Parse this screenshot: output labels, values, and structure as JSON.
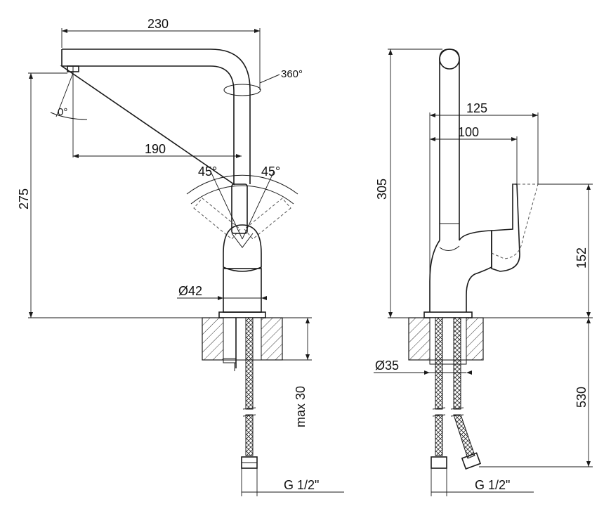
{
  "dimensions": {
    "spout_reach": "230",
    "swivel": "360°",
    "tilt_angle": "0°",
    "aerator_offset": "190",
    "lever_angle_left": "45°",
    "lever_angle_right": "45°",
    "total_height_front": "275",
    "body_diameter": "Ø42",
    "max_deck_thickness": "max 30",
    "connection_left": "G 1/2\"",
    "total_height_side": "305",
    "spout_depth": "125",
    "lever_depth": "100",
    "lever_height": "152",
    "mount_hole_diameter": "Ø35",
    "hose_length": "530",
    "connection_right": "G 1/2\""
  }
}
